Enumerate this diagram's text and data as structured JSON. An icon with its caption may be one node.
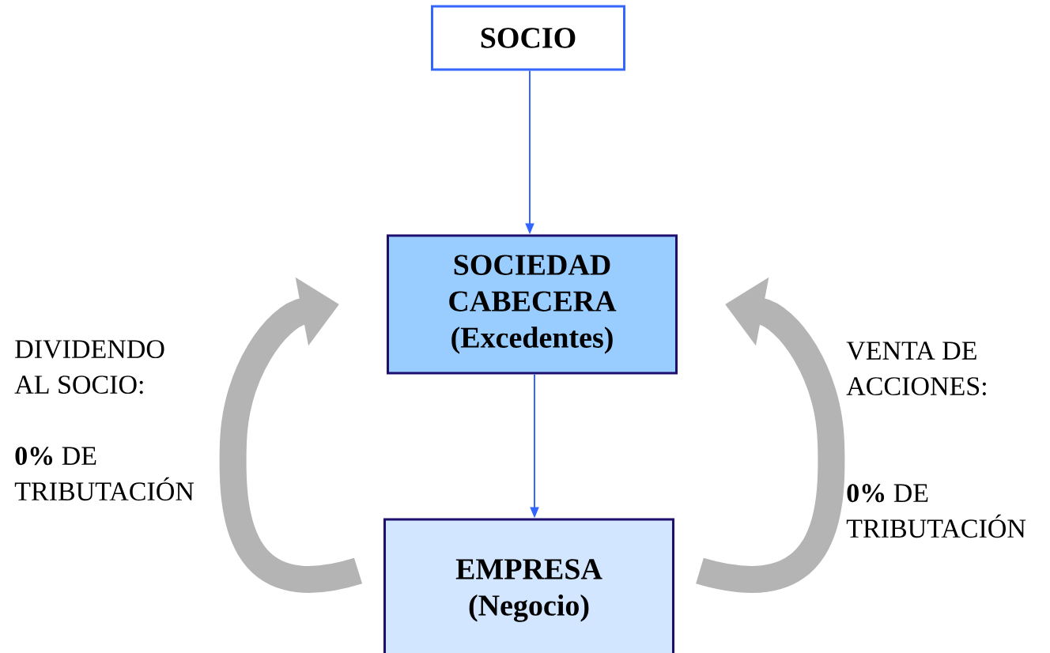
{
  "diagram": {
    "nodes": [
      {
        "text": [
          "SOCIO"
        ]
      },
      {
        "text": [
          "SOCIEDAD CABECERA (Excedentes)"
        ]
      },
      {
        "text": [
          "EMPRESA (Negocio)"
        ]
      }
    ],
    "edges": [
      {
        "from": 0,
        "to": 1,
        "arrow": "to"
      },
      {
        "from": 1,
        "to": 2,
        "arrow": "to"
      },
      {
        "from": 2,
        "to": 1,
        "arrow": "to",
        "style": "thick",
        "color": "#b4b4b4"
      },
      {
        "from": 2,
        "to": 1,
        "arrow": "to",
        "style": "thick",
        "color": "#b4b4b4"
      }
    ],
    "labels": [
      "DIVIDENDO AL SOCIO:",
      "**0%** DE TRIBUTACIÓN",
      "VENTA DE ACCIONES:",
      "**0%** DE TRIBUTACIÓN"
    ]
  }
}
